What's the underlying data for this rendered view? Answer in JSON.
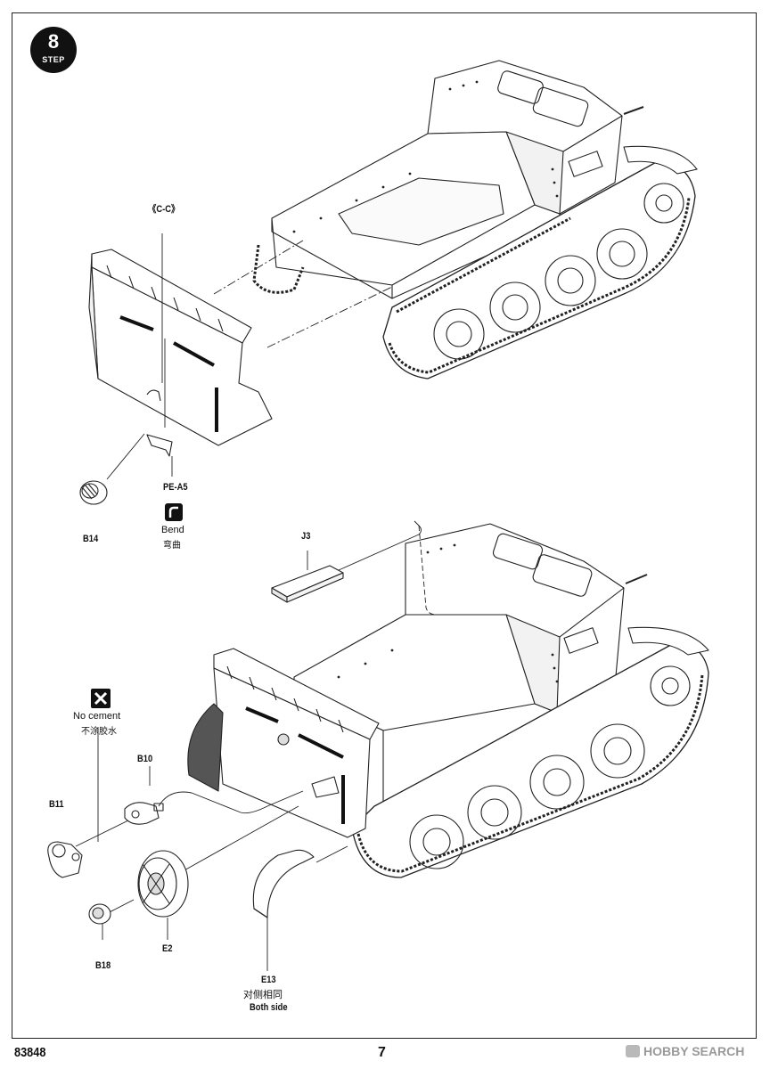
{
  "step": {
    "number": "8",
    "label": "STEP"
  },
  "section_ref": "《C-C》",
  "parts": {
    "pe_a5": "PE-A5",
    "b14": "B14",
    "j3": "J3",
    "b10": "B10",
    "b11": "B11",
    "b18": "B18",
    "e2": "E2",
    "e13": "E13"
  },
  "notes": {
    "bend_en": "Bend",
    "bend_cn": "弯曲",
    "no_cement_en": "No cement",
    "no_cement_cn": "不涂胶水",
    "both_side_cn": "对侧相同",
    "both_side_en": "Both side"
  },
  "footer": {
    "code": "83848",
    "page": "7",
    "watermark": "HOBBY SEARCH"
  }
}
